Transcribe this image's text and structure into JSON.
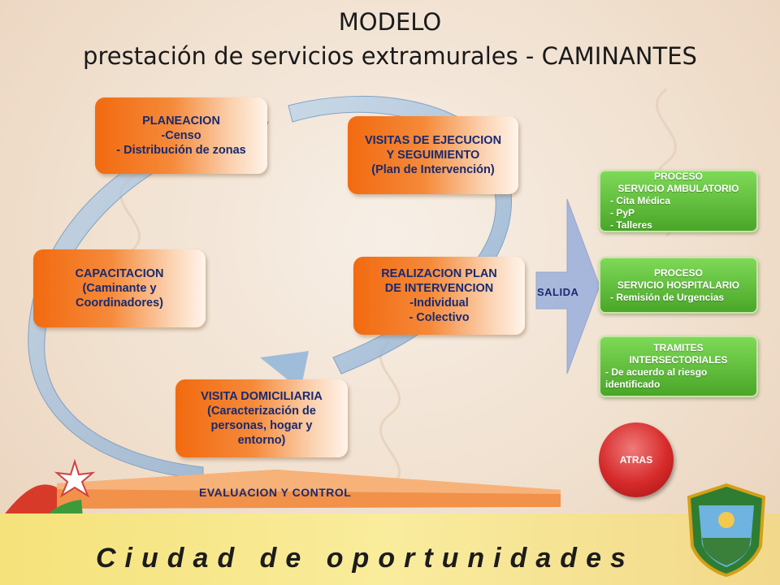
{
  "title": {
    "line1": "MODELO",
    "line2": "prestación de servicios extramurales - CAMINANTES"
  },
  "cycle": {
    "planeacion": [
      "PLANEACION",
      "-Censo",
      "- Distribución de zonas"
    ],
    "visitas": [
      "VISITAS DE  EJECUCION",
      "Y SEGUIMIENTO",
      "(Plan de Intervención)"
    ],
    "capacitacion": [
      "CAPACITACION",
      "(Caminante y",
      "Coordinadores)"
    ],
    "realizacion": [
      "REALIZACION PLAN",
      "DE INTERVENCION",
      "-Individual",
      "- Colectivo"
    ],
    "visita_dom": [
      "VISITA DOMICILIARIA",
      "(Caracterización de",
      "personas, hogar y",
      "entorno)"
    ]
  },
  "salida_label": "SALIDA",
  "evaluacion_label": "EVALUACION Y CONTROL",
  "outputs": {
    "ambulatorio": {
      "head": [
        "PROCESO",
        "SERVICIO  AMBULATORIO"
      ],
      "items": [
        "- Cita  Médica",
        "- PyP",
        "- Talleres"
      ]
    },
    "hospitalario": {
      "head": [
        "PROCESO",
        "SERVICIO  HOSPITALARIO"
      ],
      "items": [
        "- Remisión de Urgencias"
      ]
    },
    "tramites": {
      "head": [
        "TRAMITES",
        "INTERSECTORIALES"
      ],
      "items": [
        "-  De acuerdo al riesgo",
        "identificado"
      ]
    }
  },
  "atras_label": "ATRAS",
  "slogan": "Ciudad de oportunidades",
  "colors": {
    "orange": "#f26a10",
    "green": "#4aa628",
    "red": "#d62a2a",
    "arrow_blue": "#8fb4d9"
  }
}
